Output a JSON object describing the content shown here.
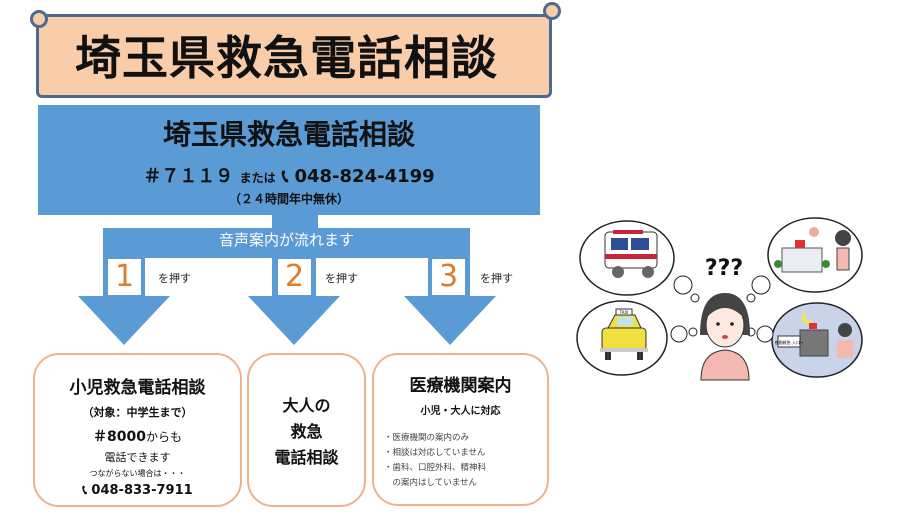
{
  "banner": {
    "title": "埼玉県救急電話相談"
  },
  "main_box": {
    "title": "埼玉県救急電話相談",
    "short_number": "＃７１１９",
    "or_label": "または",
    "phone_icon": "phone-icon",
    "phone": "048-824-4199",
    "hours": "（２４時間年中無休）"
  },
  "flow": {
    "voice_guide": "音声案内が流れます",
    "options": [
      {
        "number": "1",
        "label": "を押す"
      },
      {
        "number": "2",
        "label": "を押す"
      },
      {
        "number": "3",
        "label": "を押す"
      }
    ]
  },
  "cards": {
    "pediatric": {
      "title": "小児救急電話相談",
      "target": "（対象：中学生まで）",
      "alt_number": "＃8000",
      "alt_suffix": "からも",
      "callable": "電話できます",
      "fallback_note": "つながらない場合は・・・",
      "phone": "048-833-7911"
    },
    "adult": {
      "lines": [
        "大人の",
        "救急",
        "電話相談"
      ]
    },
    "medical": {
      "title": "医療機関案内",
      "subtitle": "小児・大人に対応",
      "notes": [
        "・医療機関の案内のみ",
        "・相談は対応していません",
        "・歯科、口腔外科、精神科",
        "　の案内はしていません"
      ]
    }
  },
  "illustration": {
    "question": "???",
    "taxi_sign": "TAXI",
    "night_sign": "夜間救急 入口→"
  },
  "colors": {
    "blue": "#5B9BD5",
    "peach": "#F9CDAA",
    "orange_number": "#E07B2A",
    "card_border": "#EBB48C"
  }
}
